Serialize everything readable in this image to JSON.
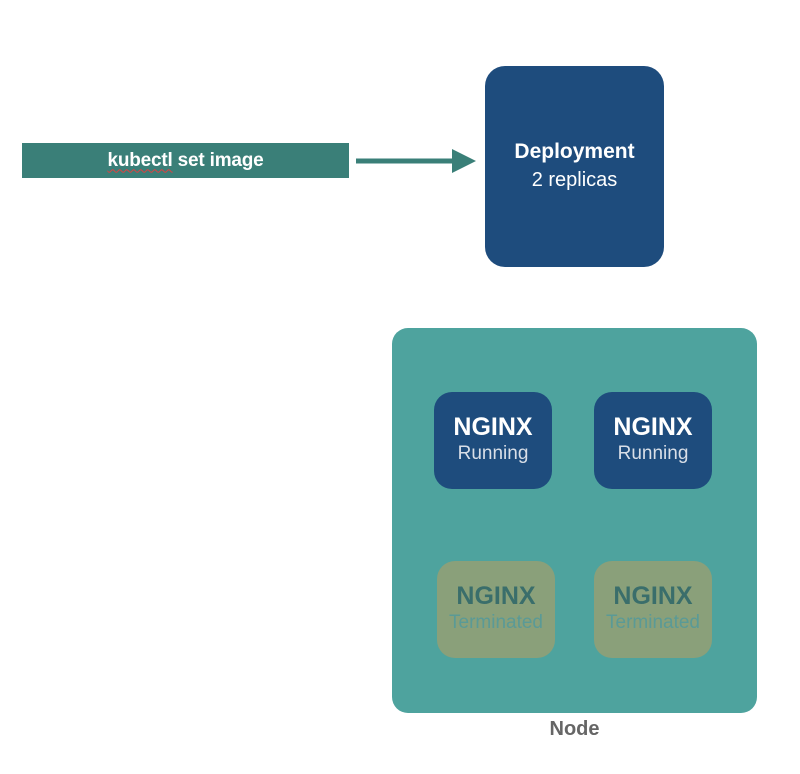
{
  "command": {
    "word": "kubectl",
    "rest": " set image"
  },
  "deployment": {
    "title": "Deployment",
    "subtitle": "2 replicas"
  },
  "node": {
    "label": "Node"
  },
  "pods": [
    {
      "name": "NGINX",
      "status": "Running"
    },
    {
      "name": "NGINX",
      "status": "Running"
    },
    {
      "name": "NGINX",
      "status": "Terminated"
    },
    {
      "name": "NGINX",
      "status": "Terminated"
    }
  ],
  "colors": {
    "command_bg": "#3a7f78",
    "deployment_bg": "#1e4c7d",
    "node_bg": "#4ea39e",
    "pod_running_bg": "#1e4c7d",
    "pod_terminated_bg": "#8aa07a",
    "node_label": "#666666"
  }
}
